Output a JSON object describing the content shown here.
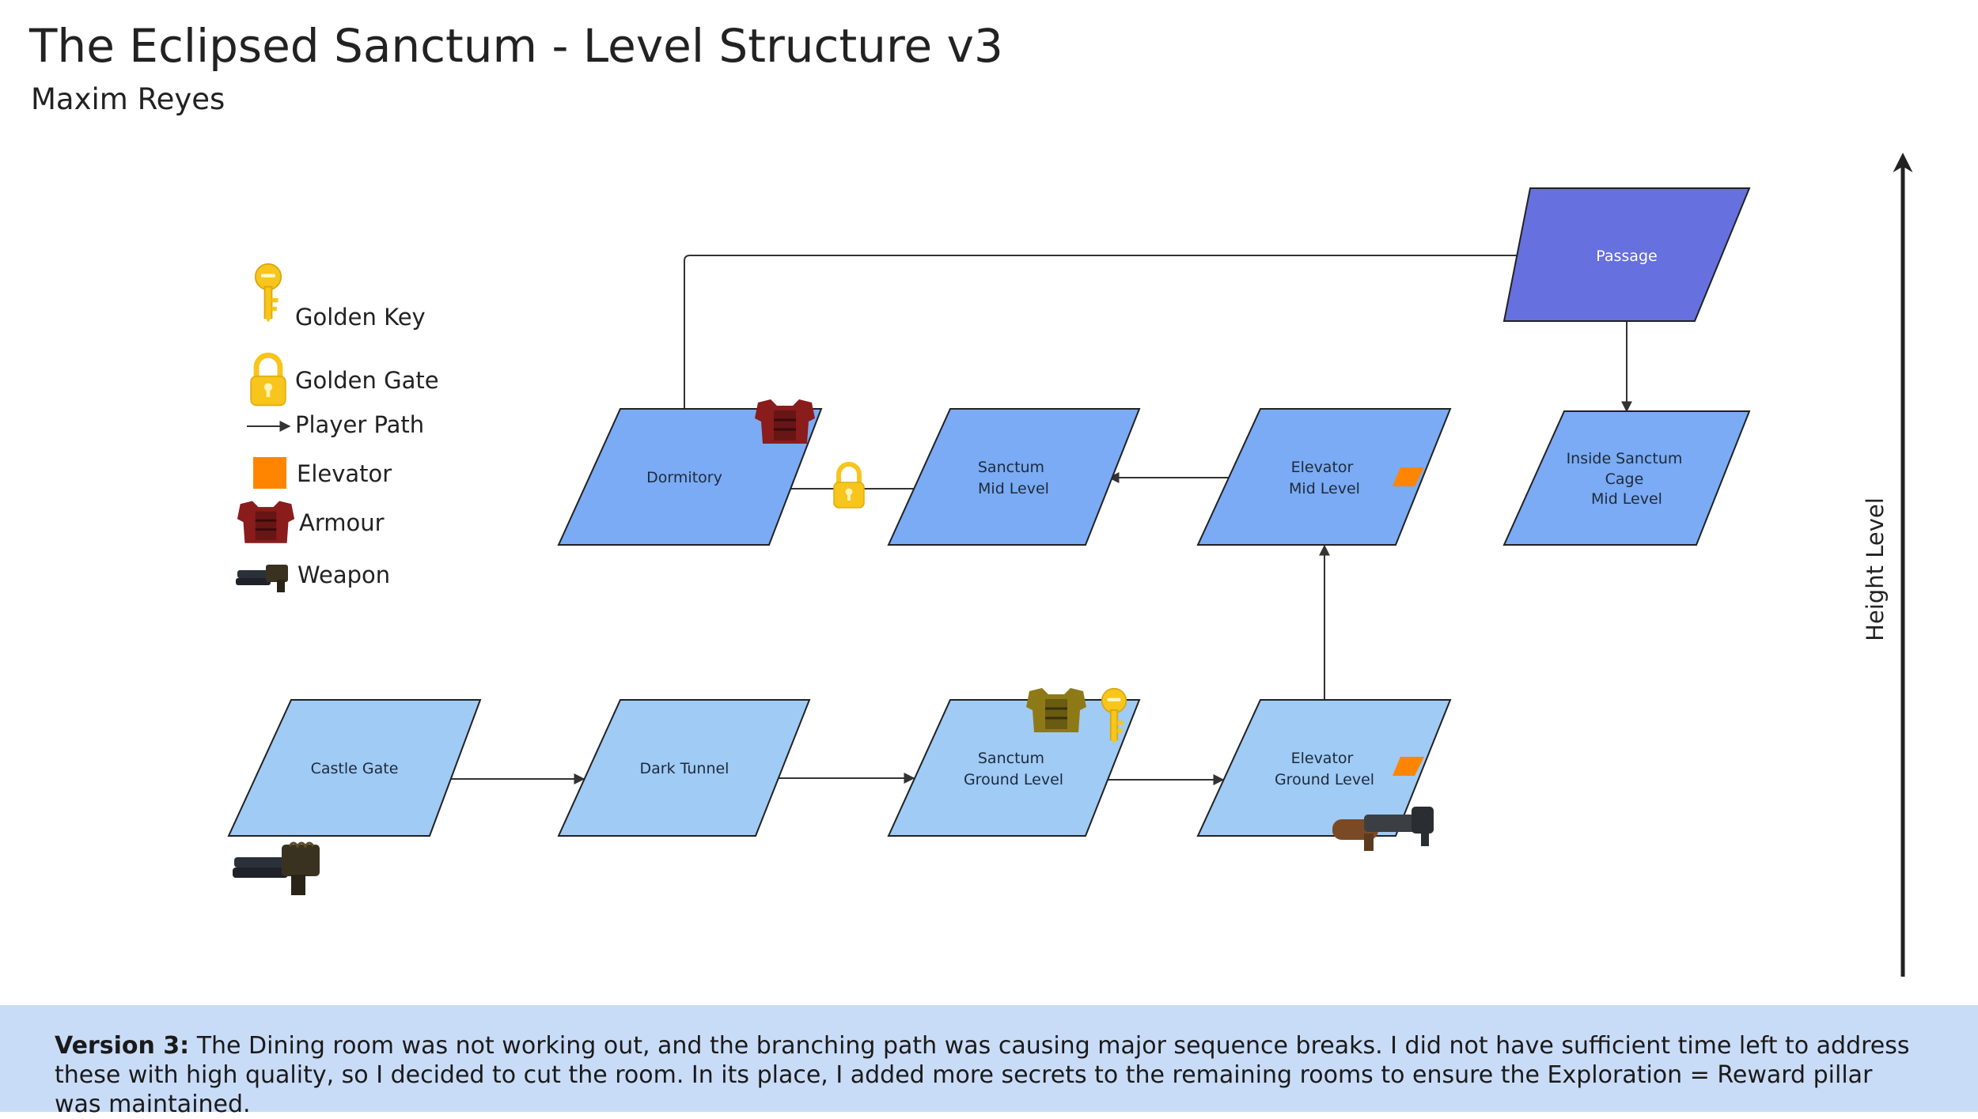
{
  "header": {
    "title": "The Eclipsed Sanctum - Level Structure v3",
    "author": "Maxim Reyes"
  },
  "legend": {
    "items": [
      {
        "icon": "golden-key-icon",
        "label": "Golden Key"
      },
      {
        "icon": "golden-gate-lock-icon",
        "label": "Golden Gate"
      },
      {
        "icon": "arrow-icon",
        "label": "Player Path"
      },
      {
        "icon": "elevator-square-icon",
        "label": "Elevator"
      },
      {
        "icon": "armour-icon",
        "label": "Armour"
      },
      {
        "icon": "weapon-icon",
        "label": "Weapon"
      }
    ]
  },
  "nodes": {
    "passage": {
      "lines": [
        "Passage"
      ]
    },
    "dormitory": {
      "lines": [
        "Dormitory"
      ]
    },
    "sanctum_mid": {
      "lines": [
        "Sanctum",
        "Mid Level"
      ]
    },
    "elevator_mid": {
      "lines": [
        "Elevator",
        "Mid Level"
      ]
    },
    "inside_cage": {
      "lines": [
        "Inside Sanctum",
        "Cage",
        "Mid Level"
      ]
    },
    "castle_gate": {
      "lines": [
        "Castle Gate"
      ]
    },
    "dark_tunnel": {
      "lines": [
        "Dark Tunnel"
      ]
    },
    "sanctum_ground": {
      "lines": [
        "Sanctum",
        "Ground Level"
      ]
    },
    "elevator_ground": {
      "lines": [
        "Elevator",
        "Ground Level"
      ]
    }
  },
  "axis": {
    "label": "Height Level"
  },
  "footer": {
    "version_label": "Version 3:",
    "text": "The Dining room was not working out, and the branching path was causing major sequence breaks. I did not have sufficient time left to address these with high quality, so I decided to cut the room. In its place, I added more secrets to the remaining rooms to ensure the Exploration = Reward pillar was maintained."
  },
  "colors": {
    "passage": "#6670de",
    "mid_level": "#7aabf4",
    "ground_level": "#9fcbf5",
    "golden": "#f7c51b",
    "elevator": "#ff8500",
    "armour_red": "#8a1c1c",
    "armour_gold": "#8d7a17",
    "footer_bg": "#c9dcf7"
  }
}
